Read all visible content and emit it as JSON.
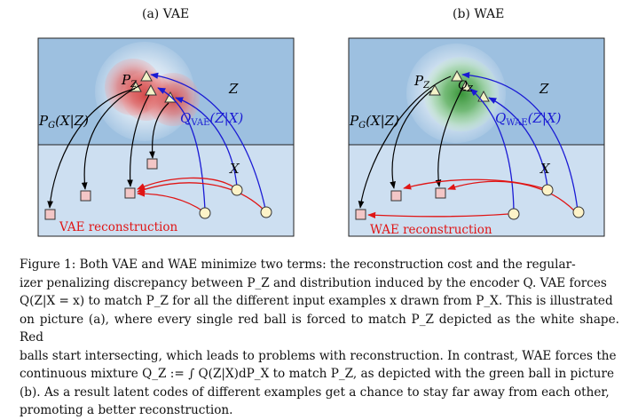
{
  "panels": [
    {
      "title": "(a) VAE",
      "labels": {
        "pz": "P",
        "pz_sub": "Z",
        "latent": "Z",
        "data_space": "X",
        "decoder": "P",
        "decoder_sub": "G",
        "decoder_arg": "(X|Z)",
        "encoder": "Q",
        "encoder_sub": "VAE",
        "encoder_arg": "(Z|X)",
        "reconstruction": "VAE reconstruction"
      }
    },
    {
      "title": "(b) WAE",
      "labels": {
        "pz": "P",
        "pz_sub": "Z",
        "qz": "Q",
        "qz_sub": "Z",
        "latent": "Z",
        "data_space": "X",
        "decoder": "P",
        "decoder_sub": "G",
        "decoder_arg": "(X|Z)",
        "encoder": "Q",
        "encoder_sub": "WAE",
        "encoder_arg": "(Z|X)",
        "reconstruction": "WAE reconstruction"
      }
    }
  ],
  "colors": {
    "latent_bg": "#9dc0e0",
    "data_bg": "#cddff1",
    "encoder_arrow": "#1a1ad4",
    "decoder_arrow": "#000000",
    "reconstruction_arrow": "#e01515",
    "red_ball": "#d94a4a",
    "green_ball": "#3f9a3f",
    "input_point": "#fdf3c8",
    "output_square": "#f3c6c6"
  },
  "caption": {
    "lines": [
      "Figure 1: Both VAE and WAE minimize two terms: the reconstruction cost and the regular-",
      "izer penalizing discrepancy between P_Z and distribution induced by the encoder Q. VAE forces",
      "Q(Z|X = x) to match P_Z for all the different input examples x drawn from P_X. This is illustrated",
      "on picture (a), where every single red ball is forced to match P_Z depicted as the white shape. Red",
      "balls start intersecting, which leads to problems with reconstruction. In contrast, WAE forces the",
      "continuous mixture Q_Z := ∫ Q(Z|X)dP_X to match P_Z, as depicted with the green ball in picture",
      "(b). As a result latent codes of different examples get a chance to stay far away from each other,",
      "promoting a better reconstruction."
    ]
  }
}
